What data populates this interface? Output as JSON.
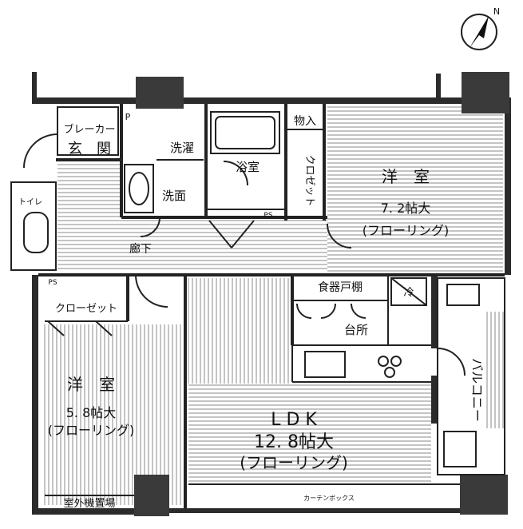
{
  "rooms": {
    "bedroom1_name": "洋　室",
    "bedroom1_size": "7. 2帖大",
    "bedroom1_floor": "(フローリング)",
    "bedroom2_name": "洋　室",
    "bedroom2_size": "5. 8帖大",
    "bedroom2_floor": "(フローリング)",
    "ldk_name": "L D K",
    "ldk_size": "12. 8帖大",
    "ldk_floor": "(フローリング)",
    "entrance": "玄　関",
    "breaker": "ブレーカー",
    "toilet": "トイレ",
    "laundry": "洗濯",
    "washroom": "洗面",
    "bath": "浴室",
    "storage": "物入",
    "closet_vertical": "クロゼット",
    "closet_horizontal": "クローゼット",
    "corridor": "廊下",
    "pantry": "食器戸棚",
    "fridge": "冷",
    "kitchen": "台所",
    "balcony": "バルコニー",
    "outdoor_unit": "室外機置場",
    "ps1": "PS",
    "ps2": "PS",
    "p": "P",
    "curtain_box": "カーテンボックス",
    "north": "N"
  },
  "colors": {
    "wall": "#2b2b2b",
    "pillar": "#3a3a3a",
    "hatch": "#8a8a8a",
    "text": "#111111"
  }
}
